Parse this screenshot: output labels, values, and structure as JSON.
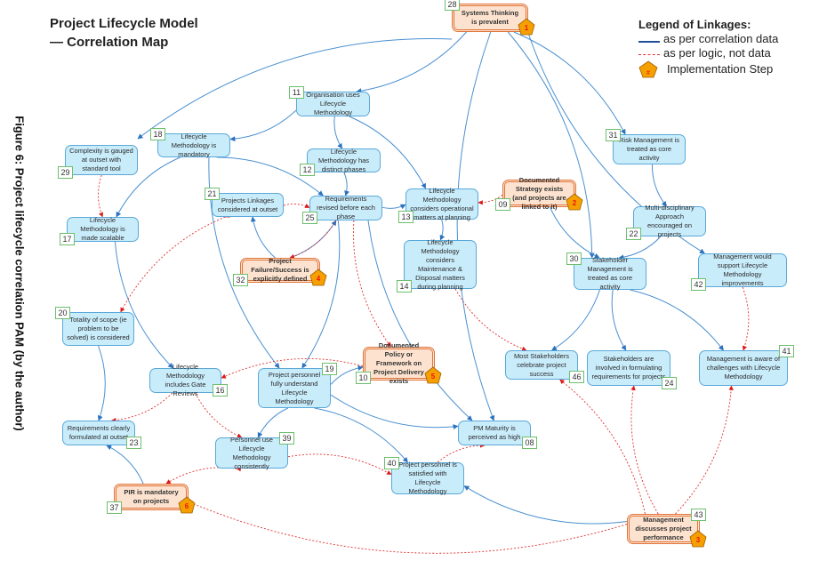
{
  "title_line1": "Project Lifecycle Model",
  "title_line2": "— Correlation Map",
  "side_caption": "Figure 6: Project lifecycle correlation PAM (by the author)",
  "legend": {
    "title": "Legend of Linkages:",
    "solid": "as per correlation data",
    "dashed": "as per logic, not data",
    "step_marker": "#",
    "step": "Implementation Step"
  },
  "colors": {
    "solid_edge": "#4a90d0",
    "dashed_edge": "#e03030",
    "node_fill": "#c9ecfb",
    "step_fill": "#fde3cf",
    "pentagon": "#f5a000"
  },
  "nodes": [
    {
      "id": "28",
      "label": "Systems Thinking is prevalent",
      "step": "1"
    },
    {
      "id": "11",
      "label": "Organisation uses Lifecycle Methodology"
    },
    {
      "id": "18",
      "label": "Lifecycle Methodology is mandatory"
    },
    {
      "id": "29",
      "label": "Complexity is gauged at outset with standard tool"
    },
    {
      "id": "12",
      "label": "Lifecycle Methodology has distinct phases"
    },
    {
      "id": "31",
      "label": "Risk Management is treated as core activity"
    },
    {
      "id": "21",
      "label": "Projects Linkages considered at outset"
    },
    {
      "id": "25",
      "label": "Requirements revised before each phase"
    },
    {
      "id": "13",
      "label": "Lifecycle Methodology considers operational matters at planning"
    },
    {
      "id": "09",
      "label": "Documented Strategy exists (and projects are linked to it)",
      "step": "2"
    },
    {
      "id": "22",
      "label": "Multi-disciplinary Approach encouraged on projects"
    },
    {
      "id": "17",
      "label": "Lifecycle Methodology is made scalable"
    },
    {
      "id": "30",
      "label": "Stakeholder Management is treated as core activity"
    },
    {
      "id": "14",
      "label": "Lifecycle Methodology considers Maintenance & Disposal matters during planning"
    },
    {
      "id": "32",
      "label": "Project Failure/Success is explicitly defined",
      "step": "4"
    },
    {
      "id": "42",
      "label": "Management would support Lifecycle Methodology improvements"
    },
    {
      "id": "20",
      "label": "Totality of scope (ie problem to be solved) is considered"
    },
    {
      "id": "10",
      "label": "Documented Policy or Framework on Project Delivery exists",
      "step": "5"
    },
    {
      "id": "46",
      "label": "Most Stakeholders celebrate project success"
    },
    {
      "id": "24",
      "label": "Stakeholders are involved in formulating requirements for projects"
    },
    {
      "id": "41",
      "label": "Management is aware of challenges with Lifecycle Methodology"
    },
    {
      "id": "16",
      "label": "Lifecycle Methodology includes Gate Reviews"
    },
    {
      "id": "19",
      "label": "Project personnel fully understand Lifecycle Methodology"
    },
    {
      "id": "23",
      "label": "Requirements clearly formulated at outset"
    },
    {
      "id": "39",
      "label": "Personnel use Lifecycle Methodology consistently"
    },
    {
      "id": "08",
      "label": "PM Maturity is perceived as high"
    },
    {
      "id": "40",
      "label": "Project personnel is satisfied with Lifecycle Methodology"
    },
    {
      "id": "37",
      "label": "PIR is mandatory on projects",
      "step": "6"
    },
    {
      "id": "43",
      "label": "Management discusses project performance",
      "step": "3"
    }
  ],
  "edges": [
    {
      "from": "28",
      "to": "11",
      "type": "solid"
    },
    {
      "from": "28",
      "to": "29",
      "type": "solid"
    },
    {
      "from": "28",
      "to": "31",
      "type": "solid"
    },
    {
      "from": "28",
      "to": "42",
      "type": "solid"
    },
    {
      "from": "28",
      "to": "30",
      "type": "solid"
    },
    {
      "from": "28",
      "to": "08",
      "type": "solid"
    },
    {
      "from": "11",
      "to": "18",
      "type": "solid"
    },
    {
      "from": "11",
      "to": "12",
      "type": "solid"
    },
    {
      "from": "11",
      "to": "13",
      "type": "solid"
    },
    {
      "from": "18",
      "to": "17",
      "type": "solid"
    },
    {
      "from": "18",
      "to": "25",
      "type": "solid"
    },
    {
      "from": "18",
      "to": "19",
      "type": "solid"
    },
    {
      "from": "12",
      "to": "25",
      "type": "solid"
    },
    {
      "from": "25",
      "to": "13",
      "type": "solid"
    },
    {
      "from": "25",
      "to": "19",
      "type": "solid"
    },
    {
      "from": "25",
      "to": "08",
      "type": "solid"
    },
    {
      "from": "32",
      "to": "21",
      "type": "solid"
    },
    {
      "from": "32",
      "to": "25",
      "type": "solid"
    },
    {
      "from": "13",
      "to": "14",
      "type": "solid"
    },
    {
      "from": "31",
      "to": "22",
      "type": "solid"
    },
    {
      "from": "22",
      "to": "30",
      "type": "solid"
    },
    {
      "from": "09",
      "to": "30",
      "type": "solid"
    },
    {
      "from": "30",
      "to": "46",
      "type": "solid"
    },
    {
      "from": "30",
      "to": "24",
      "type": "solid"
    },
    {
      "from": "30",
      "to": "41",
      "type": "solid"
    },
    {
      "from": "17",
      "to": "16",
      "type": "solid"
    },
    {
      "from": "19",
      "to": "10",
      "type": "solid"
    },
    {
      "from": "19",
      "to": "39",
      "type": "solid"
    },
    {
      "from": "19",
      "to": "40",
      "type": "solid"
    },
    {
      "from": "19",
      "to": "08",
      "type": "solid"
    },
    {
      "from": "20",
      "to": "23",
      "type": "solid"
    },
    {
      "from": "37",
      "to": "23",
      "type": "solid"
    },
    {
      "from": "43",
      "to": "40",
      "type": "solid"
    },
    {
      "from": "29",
      "to": "17",
      "type": "dashed"
    },
    {
      "from": "21",
      "to": "25",
      "type": "dashed"
    },
    {
      "from": "21",
      "to": "20",
      "type": "dashed"
    },
    {
      "from": "09",
      "to": "13",
      "type": "dashed"
    },
    {
      "from": "25",
      "to": "10",
      "type": "dashed"
    },
    {
      "from": "25",
      "to": "32",
      "type": "dashed"
    },
    {
      "from": "10",
      "to": "16",
      "type": "dashed"
    },
    {
      "from": "16",
      "to": "23",
      "type": "dashed"
    },
    {
      "from": "16",
      "to": "39",
      "type": "dashed"
    },
    {
      "from": "39",
      "to": "40",
      "type": "dashed"
    },
    {
      "from": "39",
      "to": "37",
      "type": "dashed"
    },
    {
      "from": "40",
      "to": "08",
      "type": "dashed"
    },
    {
      "from": "14",
      "to": "46",
      "type": "dashed"
    },
    {
      "from": "42",
      "to": "41",
      "type": "dashed"
    },
    {
      "from": "43",
      "to": "46",
      "type": "dashed"
    },
    {
      "from": "43",
      "to": "24",
      "type": "dashed"
    },
    {
      "from": "43",
      "to": "41",
      "type": "dashed"
    },
    {
      "from": "43",
      "to": "37",
      "type": "dashed"
    }
  ]
}
